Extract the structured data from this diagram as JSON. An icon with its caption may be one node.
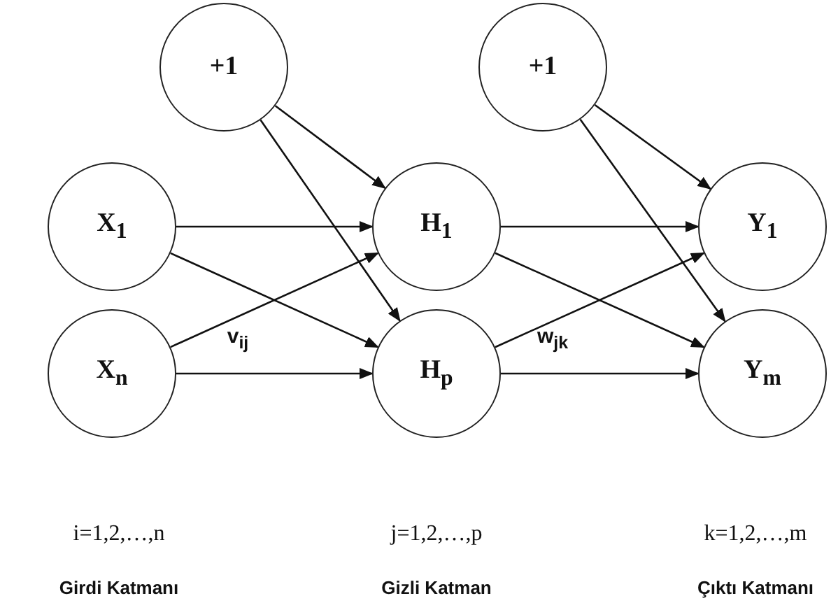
{
  "diagram": {
    "nodes": [
      {
        "text": [
          "+1"
        ]
      },
      {
        "text": [
          "X$_{1}$"
        ]
      },
      {
        "text": [
          "X$_{n}$"
        ]
      },
      {
        "text": [
          "+1"
        ]
      },
      {
        "text": [
          "H$_{1}$"
        ]
      },
      {
        "text": [
          "H$_{p}$"
        ]
      },
      {
        "text": [
          "Y$_{1}$"
        ]
      },
      {
        "text": [
          "Y$_{m}$"
        ]
      }
    ],
    "edges": [
      {
        "from": 0,
        "to": 4,
        "arrow": "to"
      },
      {
        "from": 0,
        "to": 5,
        "arrow": "to"
      },
      {
        "from": 1,
        "to": 4,
        "arrow": "to"
      },
      {
        "from": 1,
        "to": 5,
        "arrow": "to"
      },
      {
        "from": 2,
        "to": 4,
        "arrow": "to"
      },
      {
        "from": 2,
        "to": 5,
        "arrow": "to"
      },
      {
        "from": 3,
        "to": 6,
        "arrow": "to"
      },
      {
        "from": 3,
        "to": 7,
        "arrow": "to"
      },
      {
        "from": 4,
        "to": 6,
        "arrow": "to"
      },
      {
        "from": 4,
        "to": 7,
        "arrow": "to"
      },
      {
        "from": 5,
        "to": 6,
        "arrow": "to"
      },
      {
        "from": 5,
        "to": 7,
        "arrow": "to"
      }
    ],
    "labels": [
      "v$_{ij}$",
      "w$_{jk}$",
      "i=1,2,…,n",
      "Girdi Katmanı",
      "j=1,2,…,p",
      "Gizli Katman",
      "k=1,2,…,m",
      "Çıktı Katmanı"
    ]
  }
}
